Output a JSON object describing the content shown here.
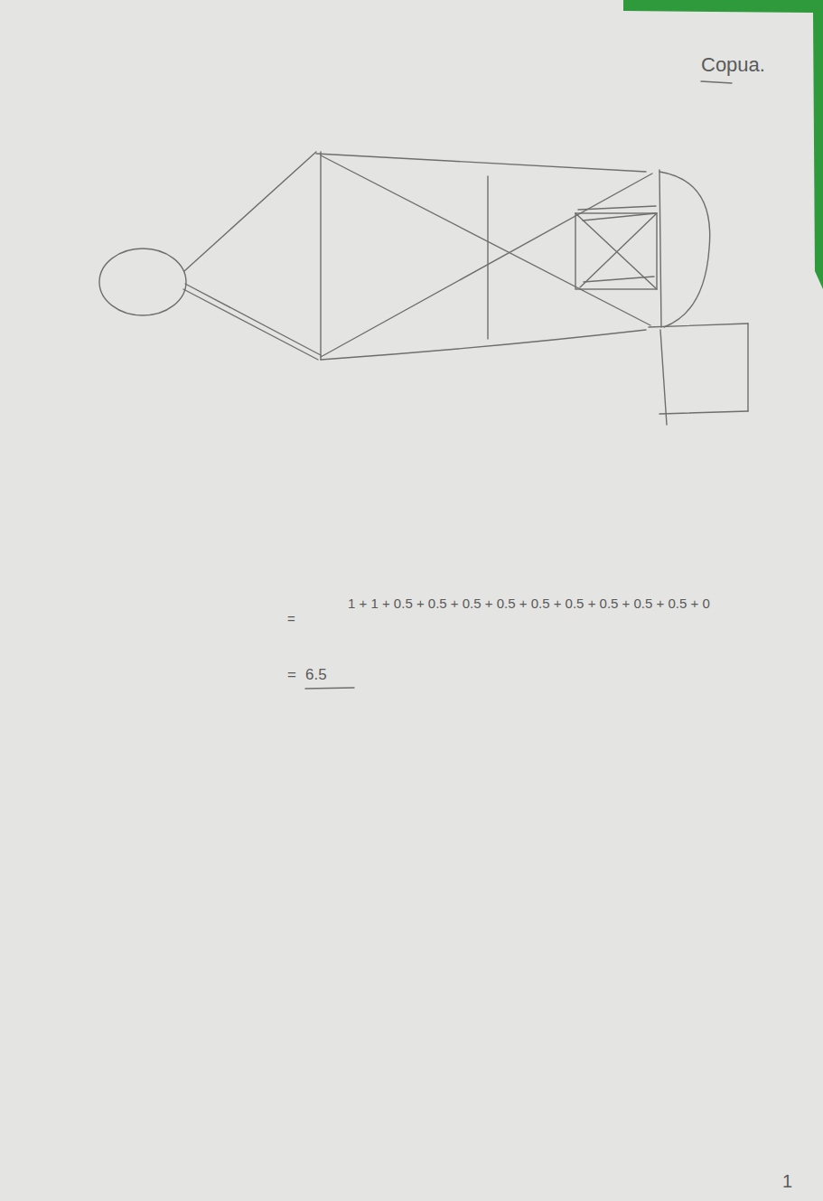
{
  "diagram": {
    "labels": [
      "Copua.",
      "1 + 1 + 0.5 + 0.5 + 0.5 + 0.5 + 0.5 + 0.5 + 0.5 + 0.5 + 0.5 + 0",
      "=",
      "=",
      "6.5",
      "1"
    ]
  }
}
